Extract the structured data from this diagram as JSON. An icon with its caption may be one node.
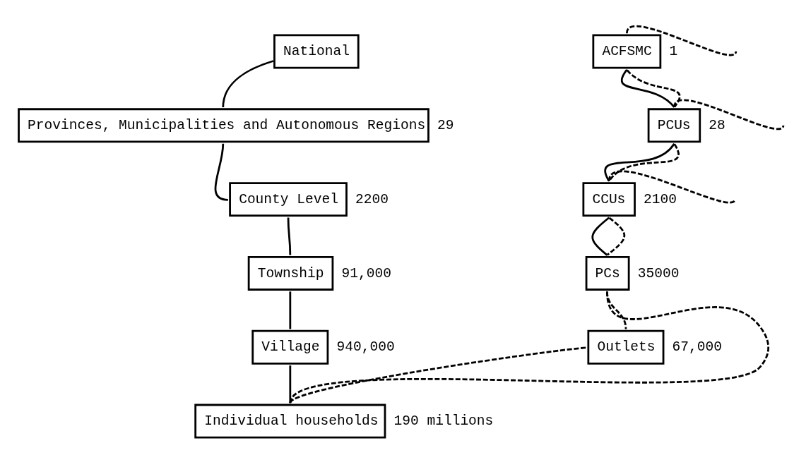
{
  "diagram": {
    "nodes": [
      {
        "text": [
          "National"
        ]
      },
      {
        "text": [
          "Provinces, Municipalities and Autonomous Regions"
        ],
        "beside": [
          "29"
        ]
      },
      {
        "text": [
          "County Level"
        ],
        "beside": [
          "2200"
        ]
      },
      {
        "text": [
          "Township"
        ],
        "beside": [
          "91,000"
        ]
      },
      {
        "text": [
          "Village"
        ],
        "beside": [
          "940,000"
        ]
      },
      {
        "text": [
          "Individual households"
        ],
        "beside": [
          "190 millions"
        ]
      },
      {
        "text": [
          "ACFSMC"
        ],
        "beside": [
          "1"
        ]
      },
      {
        "text": [
          "PCUs"
        ],
        "beside": [
          "28"
        ]
      },
      {
        "text": [
          "CCUs"
        ],
        "beside": [
          "2100"
        ]
      },
      {
        "text": [
          "PCs"
        ],
        "beside": [
          "35000"
        ]
      },
      {
        "text": [
          "Outlets"
        ],
        "beside": [
          "67,000"
        ]
      }
    ],
    "edges": [
      {
        "from": 0,
        "to": 1,
        "arrow": "none"
      },
      {
        "from": 1,
        "to": 2,
        "arrow": "none"
      },
      {
        "from": 2,
        "to": 3,
        "arrow": "none"
      },
      {
        "from": 3,
        "to": 4,
        "arrow": "none"
      },
      {
        "from": 4,
        "to": 5,
        "arrow": "none"
      },
      {
        "from": 6,
        "to": null,
        "arrow": "none",
        "style": "dashed"
      },
      {
        "from": 6,
        "to": 7,
        "arrow": "none"
      },
      {
        "from": 6,
        "to": 7,
        "arrow": "none",
        "style": "dashed"
      },
      {
        "from": 7,
        "to": null,
        "arrow": "none",
        "style": "dashed"
      },
      {
        "from": 7,
        "to": 8,
        "arrow": "none"
      },
      {
        "from": 7,
        "to": 8,
        "arrow": "none",
        "style": "dashed"
      },
      {
        "from": 8,
        "to": null,
        "arrow": "none",
        "style": "dashed"
      },
      {
        "from": 8,
        "to": 9,
        "arrow": "none"
      },
      {
        "from": 8,
        "to": 9,
        "arrow": "none",
        "style": "dashed"
      },
      {
        "from": 9,
        "to": 10,
        "arrow": "none",
        "style": "dashed"
      },
      {
        "from": 5,
        "to": 9,
        "arrow": "none",
        "style": "dashed"
      },
      {
        "from": 5,
        "to": 10,
        "arrow": "none",
        "style": "dashed"
      }
    ]
  }
}
